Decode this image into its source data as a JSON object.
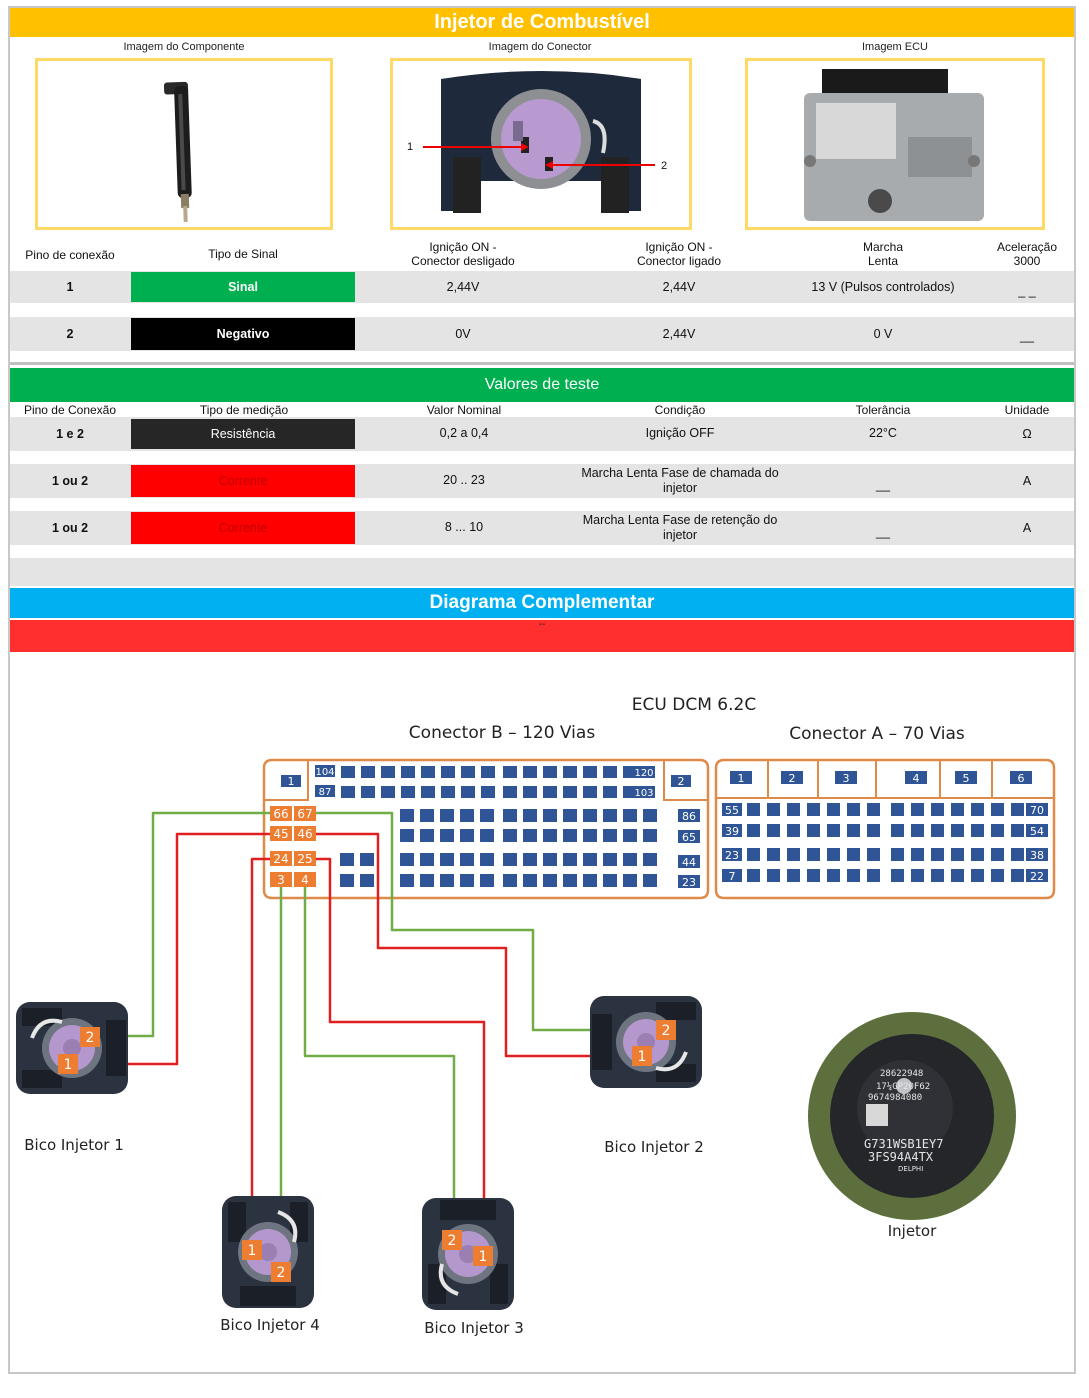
{
  "title": "Injetor de Combustível",
  "images": {
    "component_caption": "Imagem do Componente",
    "connector_caption": "Imagem do Conector",
    "ecu_caption": "Imagem ECU",
    "connector_pin_labels": [
      "1",
      "2"
    ]
  },
  "pins_table": {
    "headers": [
      "Pino de conexão",
      "Tipo de Sinal",
      "Ignição ON -\nConector desligado",
      "Ignição ON -\nConector ligado",
      "Marcha\nLenta",
      "Aceleração\n3000"
    ],
    "rows": [
      {
        "pin": "1",
        "signal": "Sinal",
        "signal_color": "#00b050",
        "off": "2,44V",
        "on": "2,44V",
        "idle": "13 V (Pulsos controlados)",
        "accel": "_ _"
      },
      {
        "pin": "2",
        "signal": "Negativo",
        "signal_color": "#000000",
        "off": "0V",
        "on": "2,44V",
        "idle": "0 V",
        "accel": "__"
      }
    ]
  },
  "test_values": {
    "title": "Valores de teste",
    "headers": [
      "Pino de Conexão",
      "Tipo de medição",
      "Valor Nominal",
      "Condição",
      "Tolerância",
      "Unidade"
    ],
    "rows": [
      {
        "pin": "1 e 2",
        "type": "Resistência",
        "type_color": "#262626",
        "nominal": "0,2 a 0,4",
        "condition": "Ignição OFF",
        "tolerance": "22°C",
        "unit": "Ω"
      },
      {
        "pin": "1 ou 2",
        "type": "Corrente",
        "type_color": "#ff0000",
        "nominal": "20 ..  23",
        "condition": "Marcha Lenta Fase de chamada do\ninjetor",
        "tolerance": "__",
        "unit": "A"
      },
      {
        "pin": "1 ou 2",
        "type": "Corrente",
        "type_color": "#ff0000",
        "nominal": "8 ... 10",
        "condition": "Marcha Lenta Fase de retenção do\ninjetor",
        "tolerance": "__",
        "unit": "A"
      }
    ]
  },
  "diagram": {
    "title": "Diagrama Complementar",
    "red_bar_text": "--",
    "ecu_title": "ECU DCM 6.2C",
    "connector_b_title": "Conector B – 120 Vias",
    "connector_a_title": "Conector A – 70 Vias",
    "connector_b_numbers": {
      "left": "1",
      "right": "2",
      "r1_start": "104",
      "r1_end": "120",
      "r2_start": "87",
      "r2_end": "103",
      "r3_end": "86",
      "r4_end": "65",
      "r5_end": "44",
      "r6_end": "23"
    },
    "connector_b_pins": [
      "66",
      "67",
      "45",
      "46",
      "24",
      "25",
      "3",
      "4"
    ],
    "connector_a_numbers": {
      "top": [
        "1",
        "2",
        "3",
        "4",
        "5",
        "6"
      ],
      "left": [
        "55",
        "39",
        "23",
        "7"
      ],
      "right": [
        "70",
        "54",
        "38",
        "22"
      ]
    },
    "injector_labels": [
      "Bico Injetor 1",
      "Bico Injetor 2",
      "Bico Injetor 3",
      "Bico Injetor 4"
    ],
    "pin_markers": [
      "1",
      "2"
    ],
    "injector_photo_label": "Injetor",
    "injector_photo_text": [
      "28622948",
      "17¼GP20F62",
      "9674984080",
      "G731WSB1EY7",
      "3FS94A4TX",
      "DELPHI"
    ]
  },
  "colors": {
    "title_bar": "#ffc000",
    "section_green": "#00b050",
    "section_blue": "#00b0f0",
    "red_bar": "#ff2f2f",
    "wire_green": "#70ad47",
    "wire_red": "#e02020",
    "pin_orange": "#ed7d31",
    "cell_blue": "#2f5597"
  }
}
